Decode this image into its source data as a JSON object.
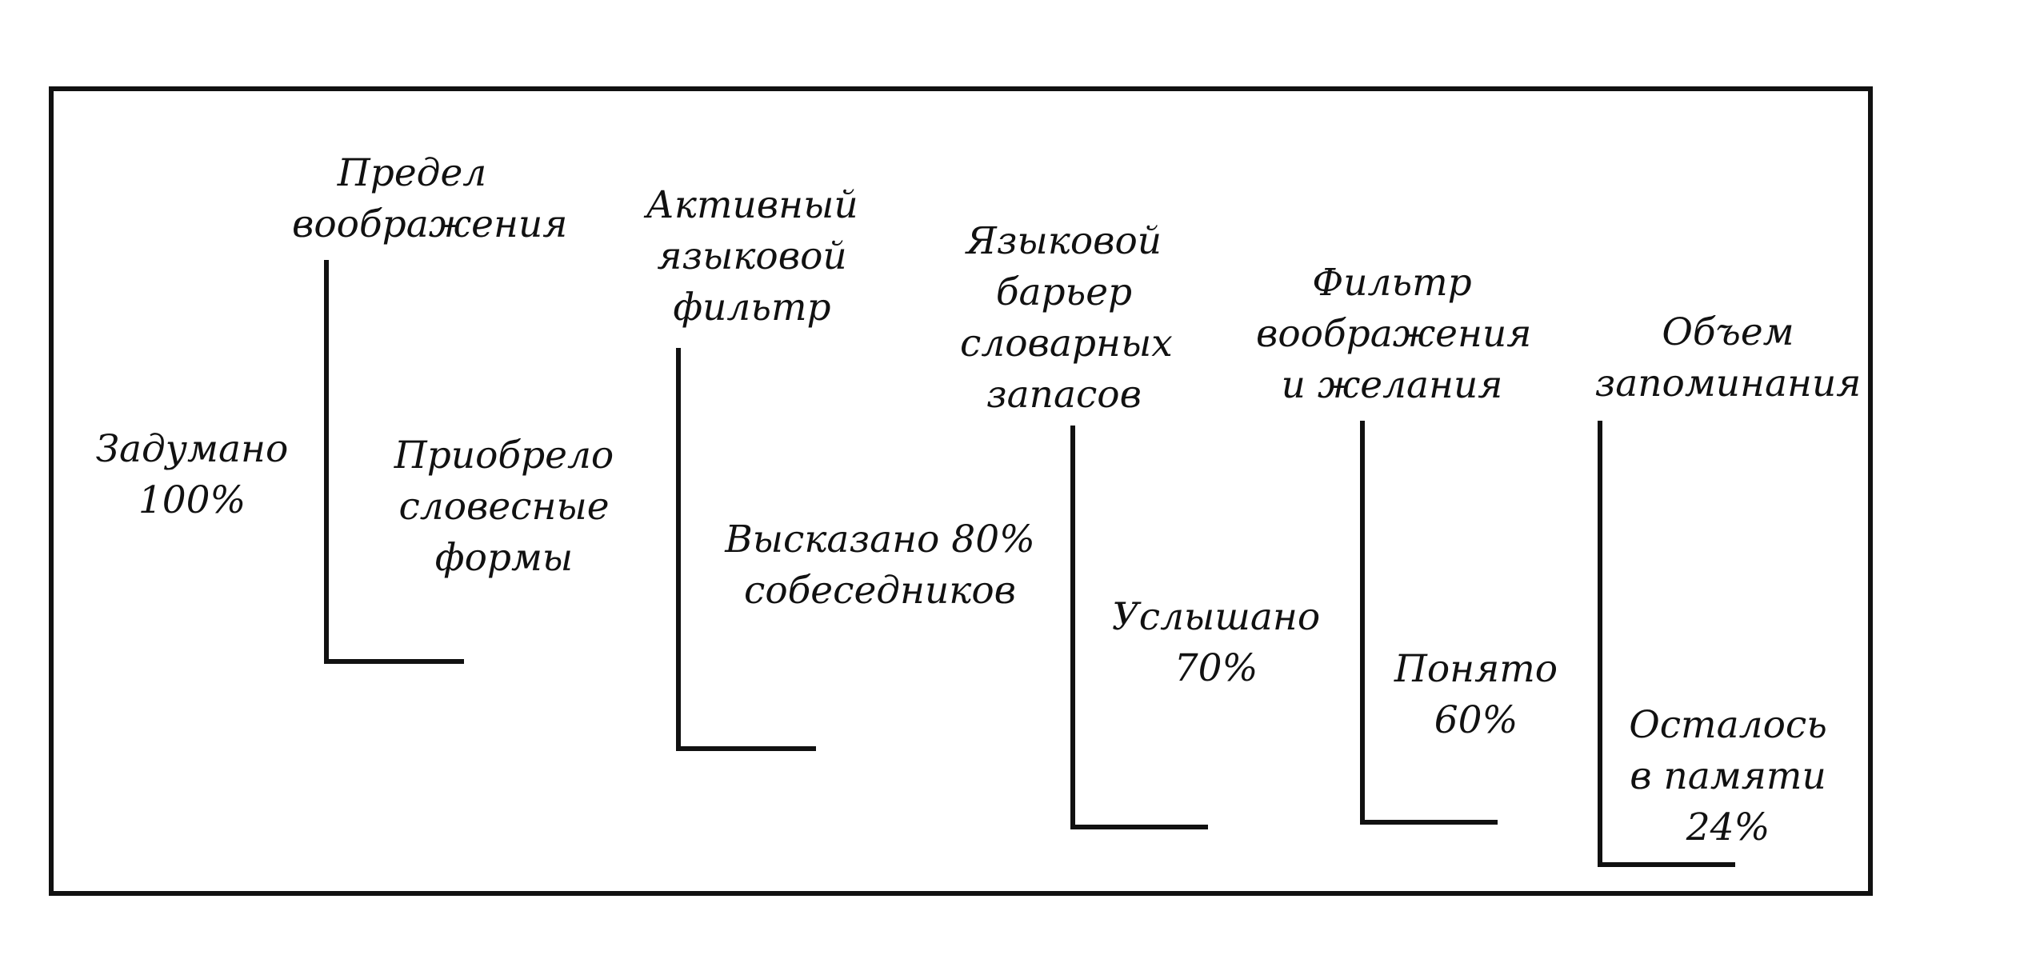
{
  "diagram": {
    "stages": [
      {
        "label": "Задумано\n100%"
      },
      {
        "label": "Приобрело\nсловесные\nформы"
      },
      {
        "label": "Высказано 80%\nсобеседников"
      },
      {
        "label": "Услышано\n70%"
      },
      {
        "label": "Понято\n60%"
      },
      {
        "label": "Осталось\nв памяти\n24%"
      }
    ],
    "filters": [
      {
        "label": "Предел\nвоображения"
      },
      {
        "label": "Активный\nязыковой\nфильтр"
      },
      {
        "label": "Языковой\nбарьер\nсловарных\nзапасов"
      },
      {
        "label": "Фильтр\nвоображения\nи желания"
      },
      {
        "label": "Объем\nзапоминания"
      }
    ]
  }
}
